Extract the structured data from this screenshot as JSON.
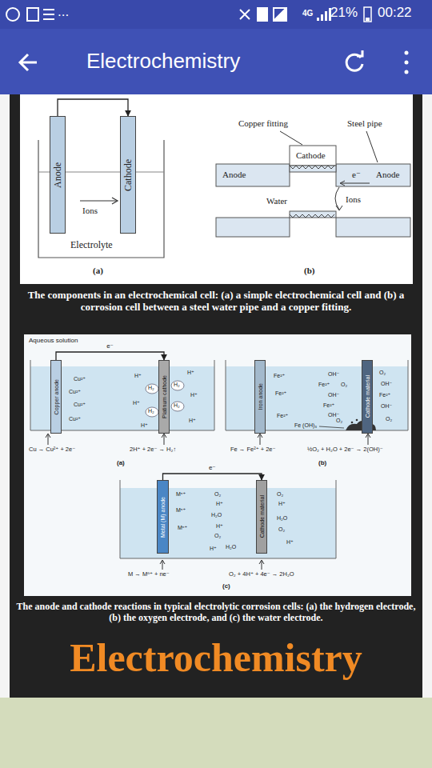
{
  "diagram": {
    "title": "Electrochemistry",
    "nodes": [
      {
        "text": [
          "Anode"
        ]
      },
      {
        "text": [
          "Cathode"
        ]
      },
      {
        "text": [
          "Copper anode"
        ]
      },
      {
        "text": [
          "Platinum cathode"
        ]
      },
      {
        "text": [
          "Iron anode"
        ]
      },
      {
        "text": [
          "Cathode material"
        ]
      },
      {
        "text": [
          "Metal (M) anode"
        ]
      },
      {
        "text": [
          "Cathode material"
        ]
      }
    ],
    "edges": [
      {
        "from": 0,
        "to": 1,
        "arrow": "to"
      },
      {
        "from": 2,
        "to": 3,
        "label": "e⁻",
        "arrow": "to"
      },
      {
        "from": 6,
        "to": 7,
        "label": "e⁻",
        "arrow": "to"
      }
    ],
    "labels": [
      "...",
      "4G",
      "21%",
      "00:22",
      "Ions",
      "Electrolyte",
      "(a)",
      "Copper fitting",
      "Steel pipe",
      "Cathode",
      "Anode",
      "Anode",
      "e⁻",
      "Water",
      "Ions",
      "(b)",
      "The components in an electrochemical cell: (a) a simple electrochemical cell and (b) a corrosion cell between a steel water pipe and a copper fitting.",
      "Aqueous solution",
      "Cu²⁺",
      "Cu²⁺",
      "Cu²⁺",
      "Cu²⁺",
      "H⁺",
      "H⁺",
      "H⁺",
      "H⁺",
      "H⁺",
      "H⁺",
      "H₂",
      "H₂",
      "H₂",
      "H₂",
      "Cu → Cu²⁺ + 2e⁻",
      "2H⁺ + 2e⁻ → H₂↑",
      "(a)",
      "Fe²⁺",
      "Fe²⁺",
      "Fe²⁺",
      "OH⁻",
      "Fe²⁺",
      "O₂",
      "OH⁻",
      "Fe²⁺",
      "OH⁻",
      "O₂",
      "O₂",
      "OH⁻",
      "Fe²⁺",
      "OH⁻",
      "O₂",
      "Fe (OH)₃",
      "Fe → Fe²⁺ + 2e⁻",
      "½O₂ + H₂O + 2e⁻ → 2(OH)⁻",
      "(b)",
      "Mⁿ⁺",
      "Mⁿ⁺",
      "Mⁿ⁺",
      "O₂",
      "H⁺",
      "H₂O",
      "H⁺",
      "O₂",
      "H⁺",
      "H₂O",
      "O₂",
      "H⁺",
      "H₂O",
      "O₂",
      "H⁺",
      "M → Mⁿ⁺ + ne⁻",
      "O₂ + 4H⁺ + 4e⁻ → 2H₂O",
      "(c)",
      "The anode and cathode reactions in typical electrolytic corrosion cells: (a) the hydrogen electrode, (b) the oxygen electrode, and (c) the water electrode.",
      "Electrochemistry"
    ]
  }
}
